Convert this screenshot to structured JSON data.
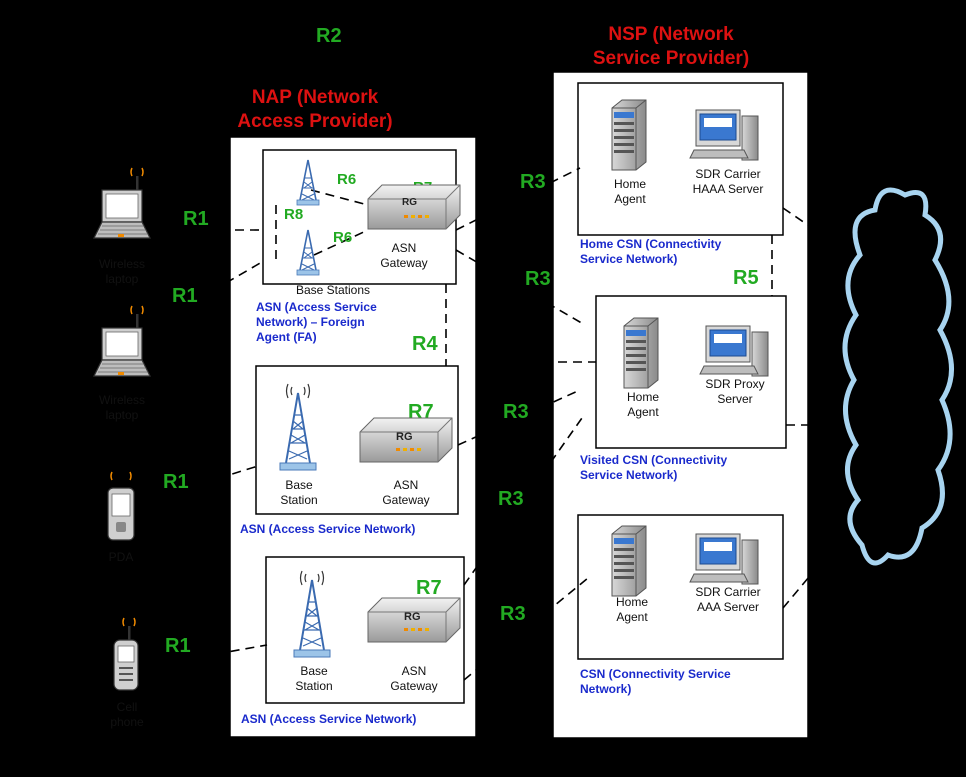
{
  "nsp_title": [
    "NSP (Network",
    "Service Provider)"
  ],
  "nap_title": [
    "NAP (Network",
    "Access Provider)"
  ],
  "refs": {
    "r1": "R1",
    "r2": "R2",
    "r3": "R3",
    "r4": "R4",
    "r5": "R5",
    "r6": "R6",
    "r7": "R7",
    "r8": "R8"
  },
  "devices": {
    "laptop1": [
      "Wireless",
      "laptop"
    ],
    "laptop2": [
      "Wireless",
      "laptop"
    ],
    "pda": [
      "PDA"
    ],
    "cell": [
      "Cell",
      "phone"
    ]
  },
  "asn1": {
    "gateway": [
      "ASN",
      "Gateway"
    ],
    "stations": "Base Stations",
    "caption": [
      "ASN (Access Service",
      "Network) – Foreign",
      "Agent (FA)"
    ]
  },
  "asn2": {
    "station": [
      "Base",
      "Station"
    ],
    "gateway": [
      "ASN",
      "Gateway"
    ],
    "caption": "ASN (Access Service Network)"
  },
  "asn3": {
    "station": [
      "Base",
      "Station"
    ],
    "gateway": [
      "ASN",
      "Gateway"
    ],
    "caption": "ASN (Access Service Network)"
  },
  "router_label": "RG",
  "csn_home": {
    "agent": [
      "Home",
      "Agent"
    ],
    "server": [
      "SDR Carrier",
      "HAAA Server"
    ],
    "caption": [
      "Home CSN (Connectivity",
      "Service Network)"
    ]
  },
  "csn_visited": {
    "agent": [
      "Home",
      "Agent"
    ],
    "server": [
      "SDR Proxy",
      "Server"
    ],
    "caption": [
      "Visited CSN (Connectivity",
      "Service Network)"
    ]
  },
  "csn_other": {
    "agent": [
      "Home",
      "Agent"
    ],
    "server": [
      "SDR Carrier",
      "AAA Server"
    ],
    "caption": [
      "CSN (Connectivity Service",
      "Network)"
    ]
  },
  "colors": {
    "title": "#dd1111",
    "reference": "#22aa22",
    "caption": "#1a2acc",
    "cloud": "#a8d4f0"
  }
}
